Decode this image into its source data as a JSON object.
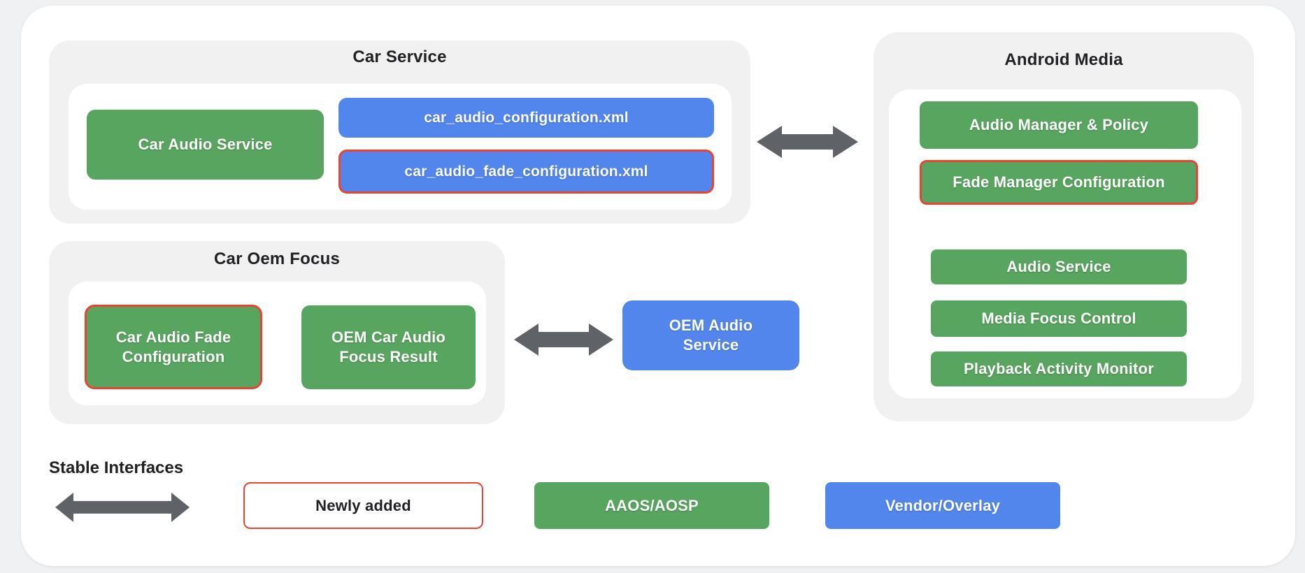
{
  "colors": {
    "aosp_green": "#57a55e",
    "vendor_blue": "#5286ec",
    "newly_added_red": "#e94335",
    "arrow_gray": "#5f6368",
    "group_bg": "#f1f1f2",
    "card_bg": "#ffffff",
    "page_bg": "#eff1f3",
    "text_dark": "#202124"
  },
  "car_service": {
    "title": "Car Service",
    "car_audio_service": "Car Audio Service",
    "config_xml": "car_audio_configuration.xml",
    "fade_config_xml": "car_audio_fade_configuration.xml"
  },
  "android_media": {
    "title": "Android Media",
    "audio_manager_policy": "Audio Manager & Policy",
    "fade_manager_configuration": "Fade Manager Configuration",
    "audio_service": "Audio Service",
    "media_focus_control": "Media Focus Control",
    "playback_activity_monitor": "Playback Activity Monitor"
  },
  "car_oem_focus": {
    "title": "Car Oem Focus",
    "car_audio_fade_configuration": "Car Audio Fade Configuration",
    "oem_car_audio_focus_result": "OEM Car Audio Focus Result"
  },
  "oem_audio_service": {
    "label": "OEM Audio Service"
  },
  "legend": {
    "stable_interfaces": "Stable Interfaces",
    "newly_added": "Newly added",
    "aaos_aosp": "AAOS/AOSP",
    "vendor_overlay": "Vendor/Overlay"
  }
}
